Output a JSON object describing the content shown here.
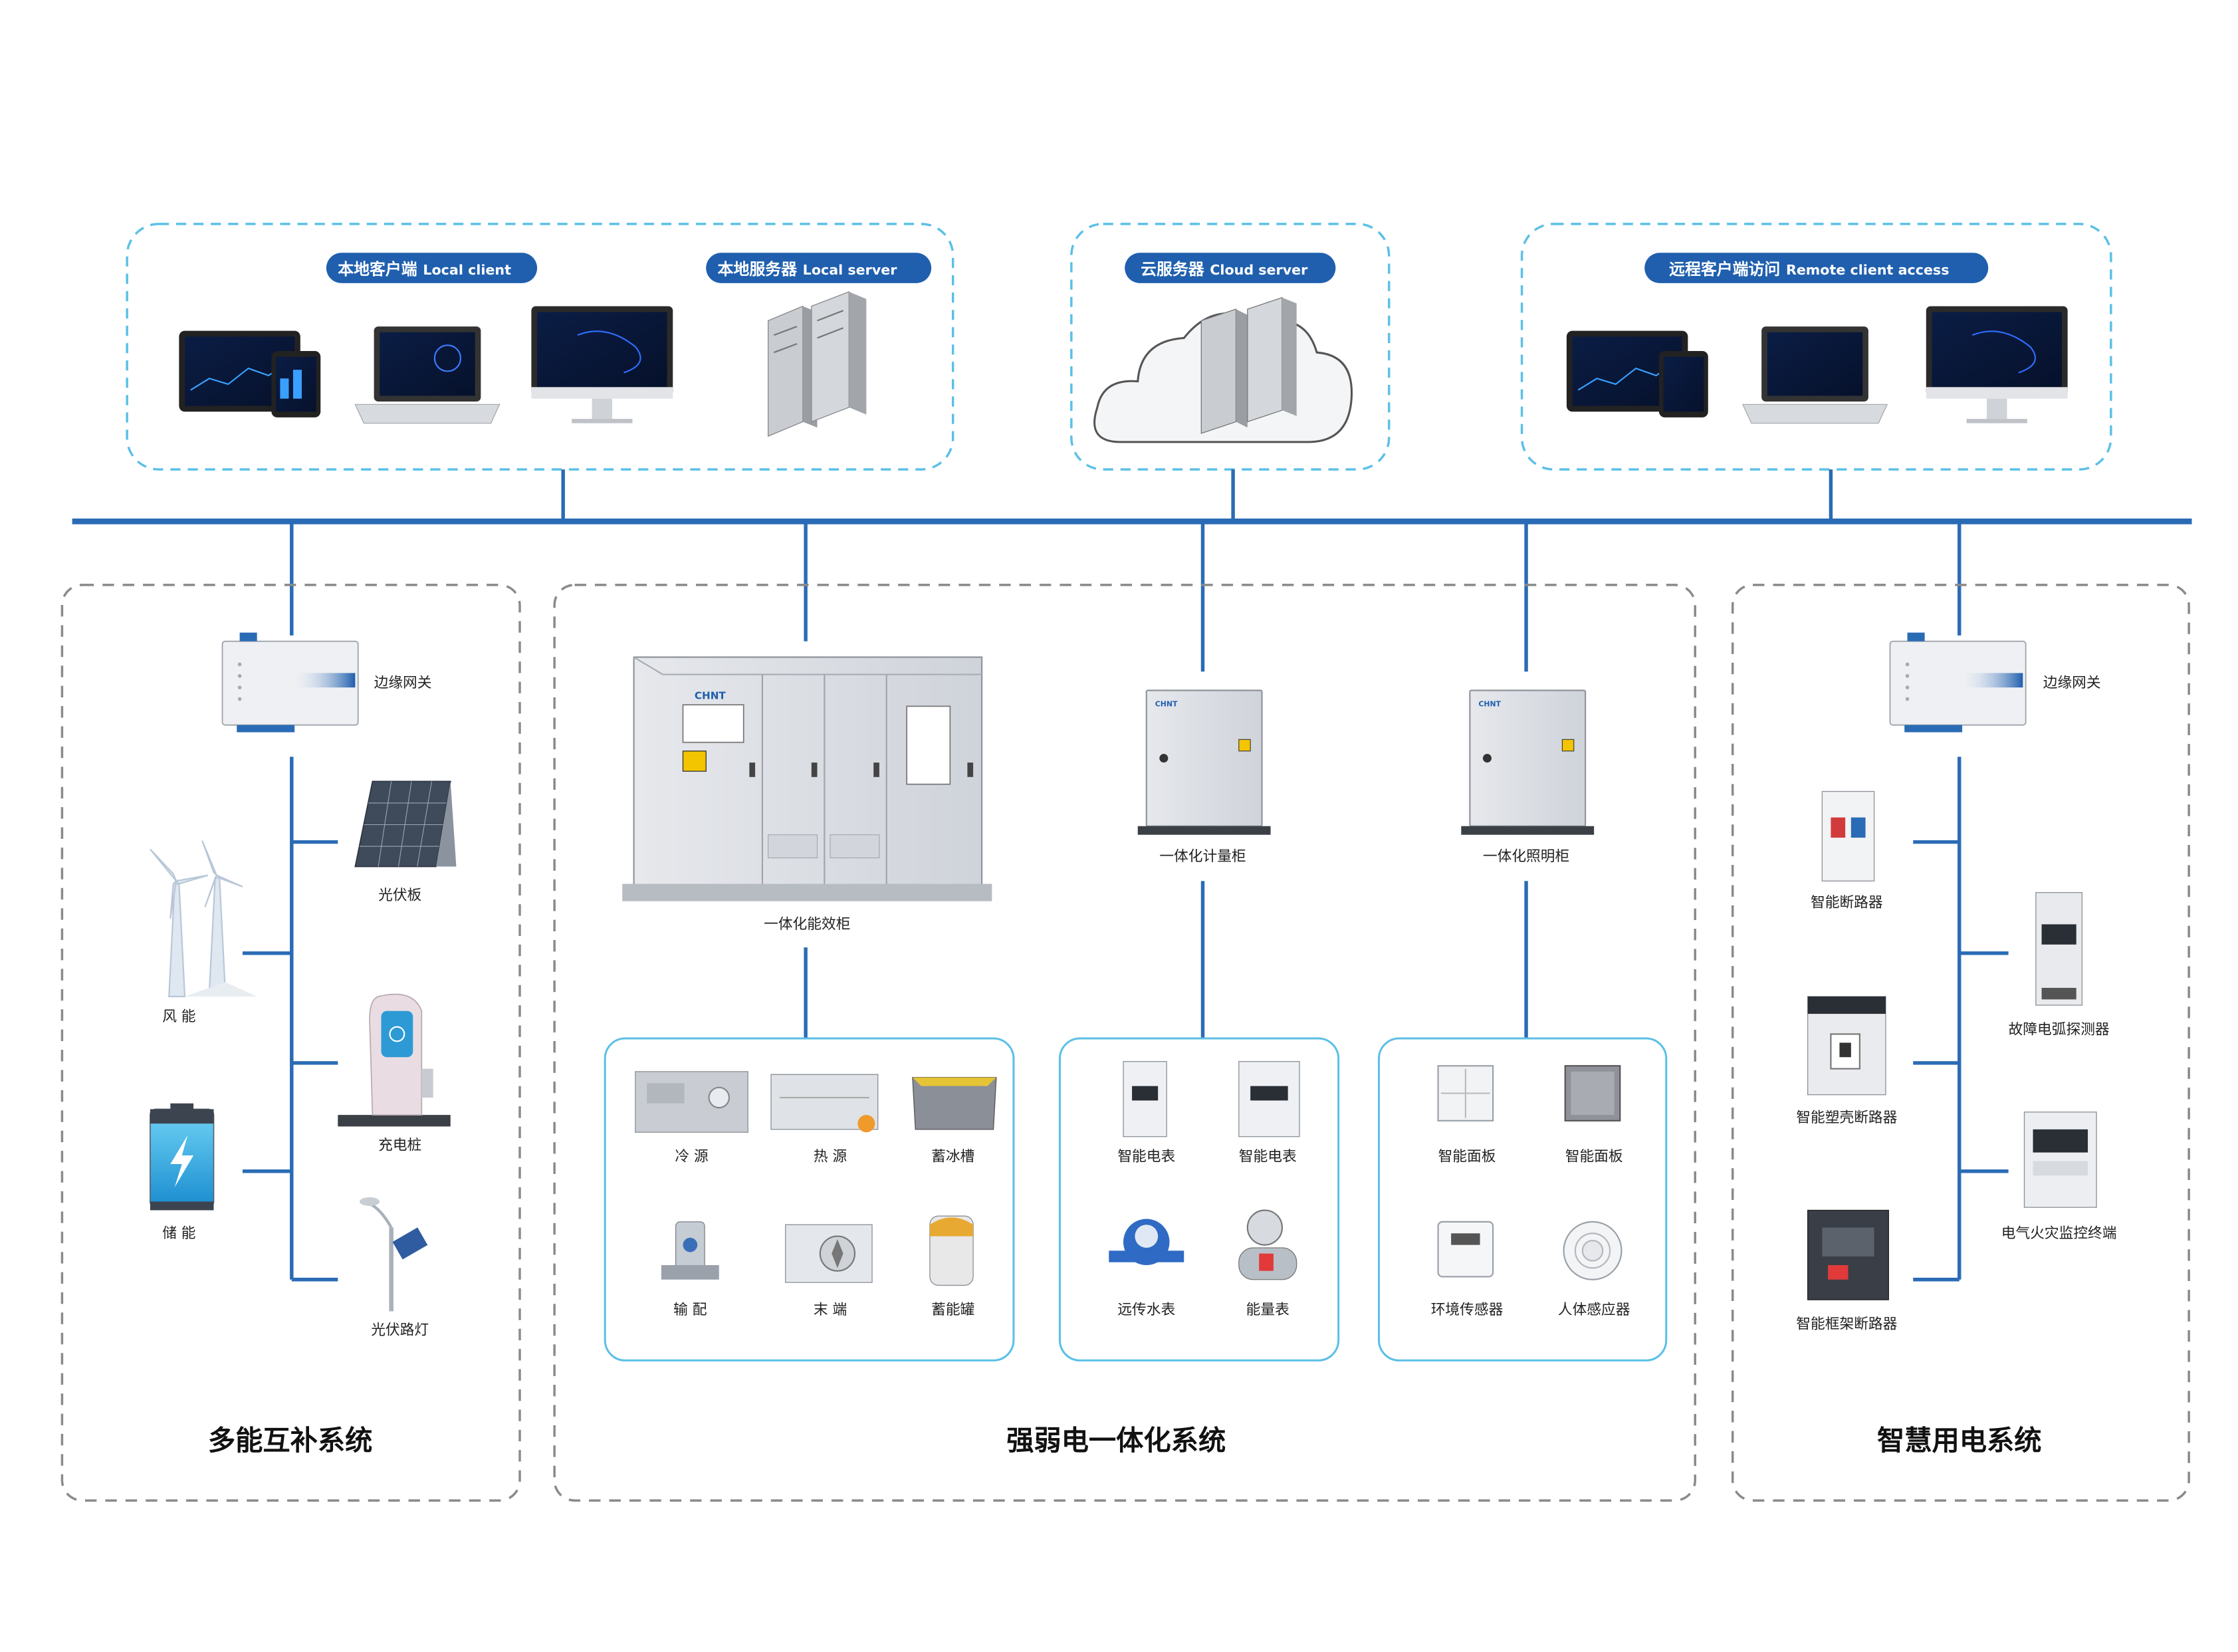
{
  "top_groups": {
    "local_client": {
      "label_cn": "本地客户端",
      "label_en": "Local client"
    },
    "local_server": {
      "label_cn": "本地服务器",
      "label_en": "Local server"
    },
    "cloud_server": {
      "label_cn": "云服务器",
      "label_en": "Cloud server"
    },
    "remote_client": {
      "label_cn": "远程客户端访问",
      "label_en": "Remote client access"
    }
  },
  "multi_energy": {
    "title": "多能互补系统",
    "gateway": "边缘网关",
    "items": {
      "pv_panel": "光伏板",
      "wind": "风 能",
      "charger": "充电桩",
      "storage": "储 能",
      "street_light": "光伏路灯"
    }
  },
  "integrated": {
    "title": "强弱电一体化系统",
    "efficiency_cabinet": "一体化能效柜",
    "metering_cabinet": "一体化计量柜",
    "lighting_cabinet": "一体化照明柜",
    "hvac_items": [
      "冷 源",
      "热 源",
      "蓄冰槽",
      "输 配",
      "末 端",
      "蓄能罐"
    ],
    "meter_items": [
      "智能电表",
      "智能电表",
      "远传水表",
      "能量表"
    ],
    "panel_items": [
      "智能面板",
      "智能面板",
      "环境传感器",
      "人体感应器"
    ]
  },
  "smart_power": {
    "title": "智慧用电系统",
    "gateway": "边缘网关",
    "items": {
      "breaker": "智能断路器",
      "arc_detector": "故障电弧探测器",
      "mccb": "智能塑壳断路器",
      "fire_monitor": "电气火灾监控终端",
      "acb": "智能框架断路器"
    }
  },
  "brand": "CHNT",
  "colors": {
    "bus": "#2a6bb5",
    "pill": "#1f5fae",
    "dash_blue": "#5cc0e6",
    "dash_gray": "#8a8a8a"
  }
}
